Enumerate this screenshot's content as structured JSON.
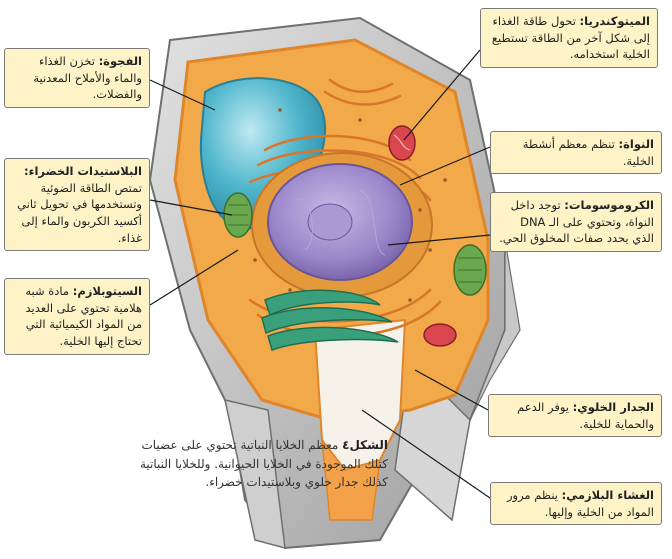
{
  "labels": {
    "mitochondria": {
      "term": "الميتوكندريا:",
      "desc": "تحول طاقة الغذاء إلى شكل آخر من الطاقة تستطيع الخلية استخدامه."
    },
    "vacuole": {
      "term": "الفجوة:",
      "desc": "تخزن الغذاء والماء والأملاح المعدنية والفضلات."
    },
    "nucleus": {
      "term": "النواة:",
      "desc": "تنظم معظم أنشطة الخلية."
    },
    "chloroplasts": {
      "term": "البلاستيدات الخضراء:",
      "desc": "تمتص الطاقة الضوئية وتستخدمها في تحويل ثاني أكسيد الكربون والماء إلى غذاء."
    },
    "chromosomes": {
      "term": "الكروموسومات:",
      "desc": "توجد داخل النواة، وتحتوي على الـ DNA الذي يحدد صفات المخلوق الحي."
    },
    "cytoplasm": {
      "term": "السيتوبلازم:",
      "desc": "مادة شبه هلامية تحتوي على العديد من المواد الكيميائية التي تحتاج إليها الخلية."
    },
    "cell_wall": {
      "term": "الجدار الخلوي:",
      "desc": "يوفر الدعم والحماية للخلية."
    },
    "cell_membrane": {
      "term": "الغشاء البلازمي:",
      "desc": "ينظم مرور المواد من الخلية وإليها."
    }
  },
  "caption": {
    "figure": "الشكل٤",
    "text": "معظم الخلايا النباتية تحتوي على عضيات كتلك الموجودة في الخلايا الحيوانية. وللخلايا النباتية كذلك جدار خلوي وبلاستيدات خضراء."
  },
  "colors": {
    "label_bg": "#fdf3c7",
    "cell_wall": "#bdbdbd",
    "cytoplasm": "#f2a94a",
    "vacuole": "#4fb6cc",
    "nucleus": "#9a86c9",
    "chloroplast": "#6aa84f",
    "mitochondria": "#d9464e",
    "golgi": "#3aa07c"
  }
}
